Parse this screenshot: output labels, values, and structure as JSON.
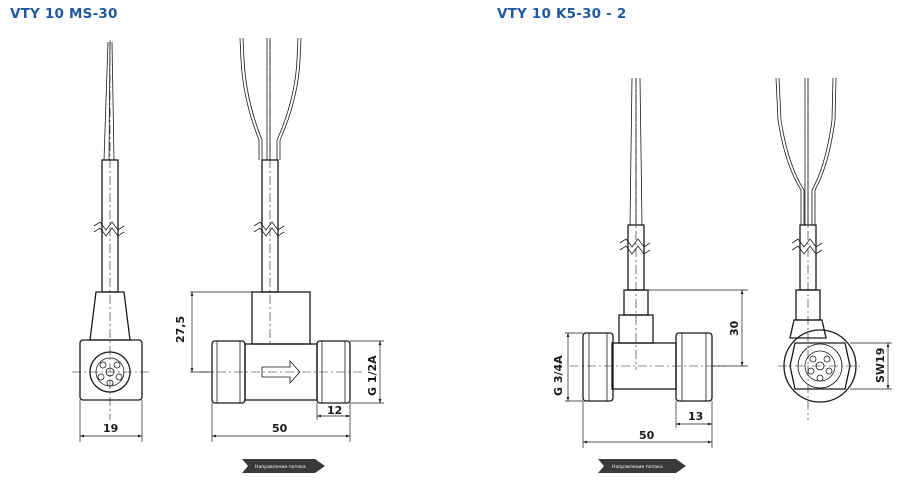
{
  "titles": {
    "left": "VTY 10 MS-30",
    "right": "VTY 10 K5-30 - 2"
  },
  "left": {
    "dims": {
      "height": "27,5",
      "thread": "G 1/2A",
      "width_body": "19",
      "length": "50",
      "thread_length": "12"
    },
    "flow_label": "Направление потока"
  },
  "right": {
    "dims": {
      "height": "30",
      "thread": "G 3/4A",
      "length": "50",
      "thread_length": "13",
      "wrench": "SW19"
    },
    "flow_label": "Направление потока"
  }
}
